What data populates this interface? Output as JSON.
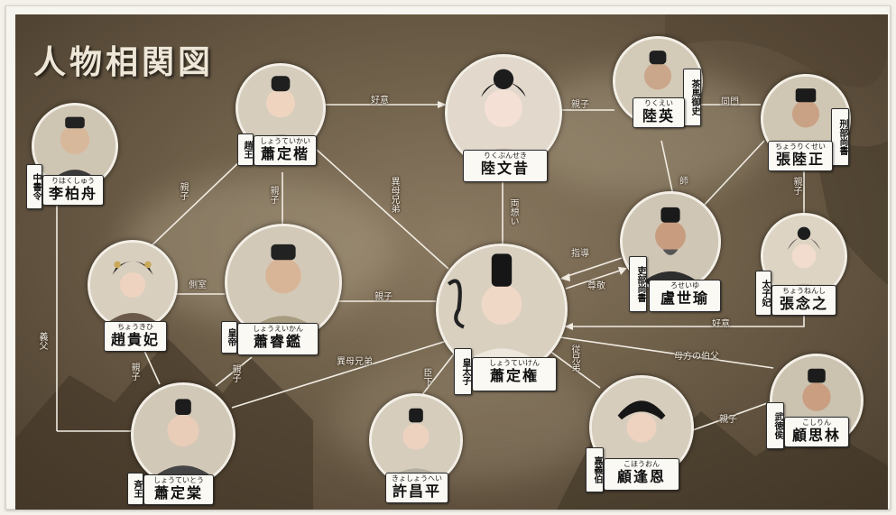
{
  "title": "人物相関図",
  "colors": {
    "line": "#f1ece2",
    "paper": "#fbf9f4",
    "bg": "#6e5f49"
  },
  "characters": {
    "li_chuzhou": {
      "ruby": "りはくしゅう",
      "name": "李柏舟",
      "title": "中書令"
    },
    "xiao_dingkai": {
      "ruby": "しょうていかい",
      "name": "蕭定楷",
      "title": "趙王"
    },
    "lu_wenxi": {
      "ruby": "りくぶんせき",
      "name": "陸文昔"
    },
    "lu_ying": {
      "ruby": "りくえい",
      "name": "陸英",
      "title": "茶馬御史"
    },
    "zhang_luzheng": {
      "ruby": "ちょうりくせい",
      "name": "張陸正",
      "title": "刑部尚書"
    },
    "zhao_guifei": {
      "ruby": "ちょうきひ",
      "name": "趙貴妃"
    },
    "xiao_ruijian": {
      "ruby": "しょうえいかん",
      "name": "蕭睿鑑",
      "title": "皇帝"
    },
    "lu_shiyu": {
      "ruby": "ろせいゆ",
      "name": "盧世瑜",
      "title": "吏部尚書"
    },
    "zhang_nianzhi": {
      "ruby": "ちょうねんし",
      "name": "張念之",
      "title": "太子妃"
    },
    "xiao_dingquan": {
      "ruby": "しょうていけん",
      "name": "蕭定権",
      "title": "皇太子"
    },
    "xiao_dingtang": {
      "ruby": "しょうていとう",
      "name": "蕭定棠",
      "title": "斉王"
    },
    "xu_changping": {
      "ruby": "きょしょうへい",
      "name": "許昌平"
    },
    "gu_fengen": {
      "ruby": "こほうおん",
      "name": "顧逢恩",
      "title": "嘉義伯"
    },
    "gu_silin": {
      "ruby": "こしりん",
      "name": "顧思林",
      "title": "武徳侯"
    }
  },
  "relations": {
    "haoyi_top": "好意",
    "qinzi_lu": "親子",
    "tongmen": "同門",
    "qinzi_kai": "親子",
    "qinzi_zhao": "親子",
    "yimuxiongdi_top": "異母兄弟",
    "liangxiang": "両想い",
    "shi": "師",
    "qinzi_zhang": "親子",
    "cebei": "側室",
    "zhidao": "指導",
    "zunjing": "尊敬",
    "qinzi_emperor": "親子",
    "haoyi_right": "好意",
    "yifu": "義父",
    "qinzi_guifei": "親子",
    "qinzi_tang": "親子",
    "yimuxiongdi_bottom": "異母兄弟",
    "buxia": "臣下",
    "congxiongdi": "従兄弟",
    "mufang": "母方の伯父",
    "qinzi_gu": "親子"
  }
}
